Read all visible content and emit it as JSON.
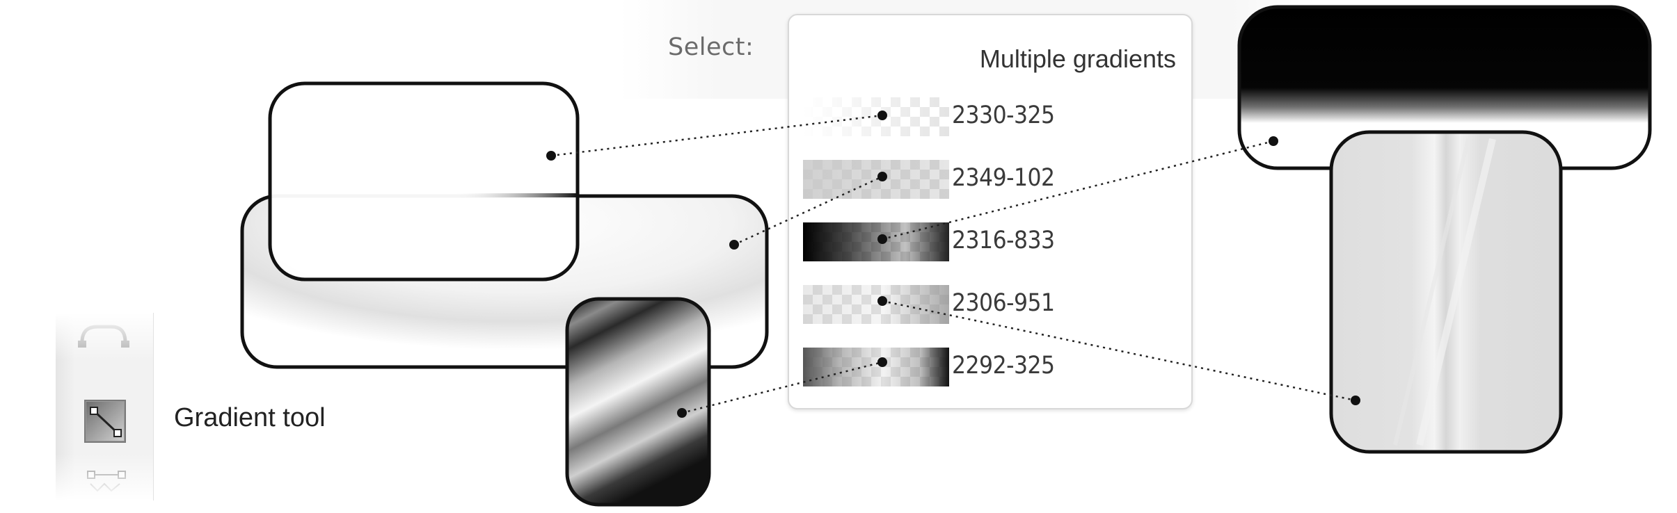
{
  "select": {
    "label": "Select:"
  },
  "dropdown": {
    "title": "Multiple gradients",
    "items": [
      {
        "code": "2330-325",
        "gradient": "linear-gradient(to right, rgba(255,255,255,1) 0%, rgba(255,255,255,0.3) 100%)"
      },
      {
        "code": "2349-102",
        "gradient": "linear-gradient(to right, rgba(200,200,200,0.85) 0%, rgba(200,200,200,0.45) 100%)"
      },
      {
        "code": "2316-833",
        "gradient": "linear-gradient(to right, #000 0%, rgba(40,40,40,0.85) 30%, rgba(120,120,120,0.45) 70%, #222 100%)"
      },
      {
        "code": "2306-951",
        "gradient": "linear-gradient(to right, rgba(210,210,210,0.5) 0%, rgba(230,230,230,0.4) 55%, rgba(150,150,150,0.8) 100%)"
      },
      {
        "code": "2292-325",
        "gradient": "linear-gradient(to right, #555 0%, rgba(150,150,150,0.7) 25%, rgba(230,230,230,0.5) 55%, rgba(150,150,150,0.6) 80%, #111 100%)"
      }
    ]
  },
  "toolbar": {
    "active_tool_icon": "gradient-tool-icon",
    "tool_label": "Gradient tool"
  }
}
